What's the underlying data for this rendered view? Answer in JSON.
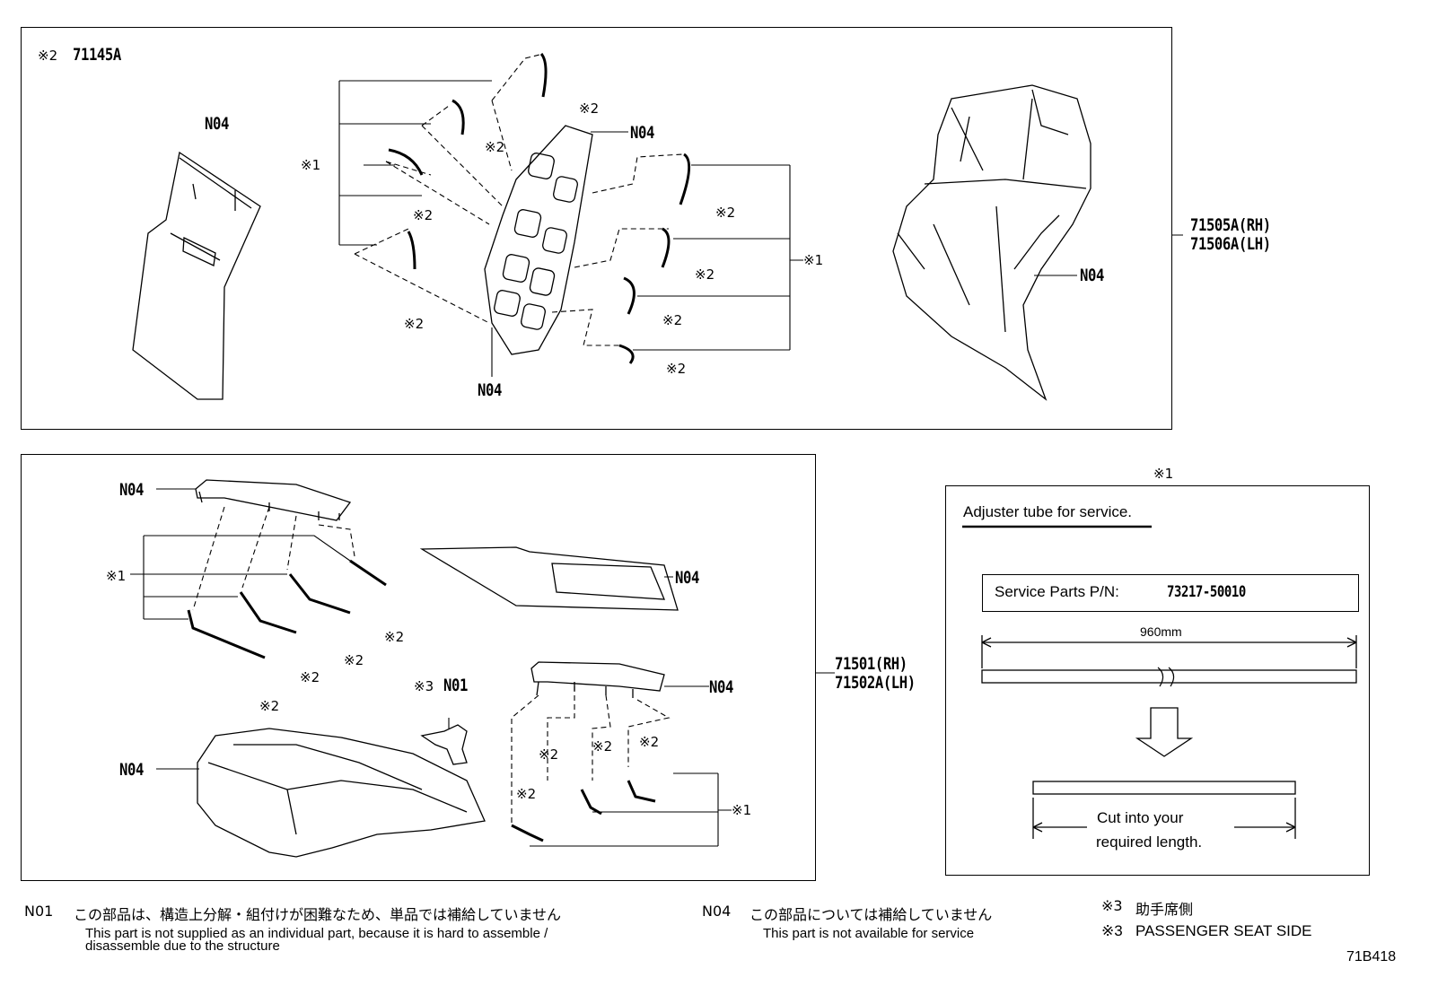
{
  "top_panel": {
    "header_mark": "※2",
    "header_code": "71145A",
    "n04_a": "N04",
    "n04_b": "N04",
    "n04_c": "N04",
    "n04_d": "N04",
    "mark1_a": "※1",
    "mark1_b": "※1",
    "mark2_labels": [
      "※2",
      "※2",
      "※2",
      "※2",
      "※2",
      "※2",
      "※2",
      "※2"
    ],
    "ref_rh": "71505A(RH)",
    "ref_lh": "71506A(LH)"
  },
  "bottom_panel": {
    "n04_a": "N04",
    "n04_b": "N04",
    "n04_c": "N04",
    "n04_d": "N04",
    "mark1_a": "※1",
    "mark1_b": "※1",
    "mark3": "※3",
    "n01": "N01",
    "mark2_labels": [
      "※2",
      "※2",
      "※2",
      "※2",
      "※2",
      "※2",
      "※2",
      "※2"
    ],
    "ref_rh": "71501(RH)",
    "ref_lh": "71502A(LH)"
  },
  "service_box": {
    "mark": "※1",
    "title": "Adjuster tube for service.",
    "pn_label": "Service Parts P/N:",
    "pn_value": "73217-50010",
    "length": "960mm",
    "cut_line1": "Cut into your",
    "cut_line2": "required length."
  },
  "footnotes": {
    "n01_code": "N01",
    "n01_jp": "この部品は、構造上分解・組付けが困難なため、単品では補給していません",
    "n01_en_1": "This part is not supplied as an individual part, because it is hard to assemble /",
    "n01_en_2": "disassemble due to the structure",
    "n04_code": "N04",
    "n04_jp": "この部品については補給していません",
    "n04_en": "This part is not available for service",
    "mark3_jp_mark": "※3",
    "mark3_jp": "助手席側",
    "mark3_en_mark": "※3",
    "mark3_en": "PASSENGER SEAT SIDE",
    "figure_id": "71B418"
  }
}
